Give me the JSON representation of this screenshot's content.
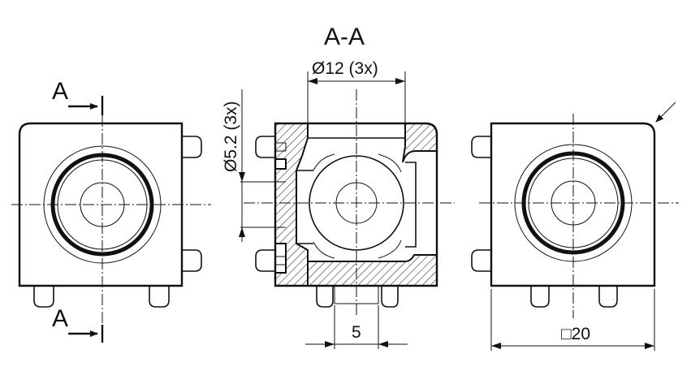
{
  "section_title": "A-A",
  "section_marker_top": "A",
  "section_marker_bottom": "A",
  "dim_bore": "Ø12 (3x)",
  "dim_hole": "Ø5.2 (3x)",
  "dim_slot": "5",
  "dim_square": "□20"
}
